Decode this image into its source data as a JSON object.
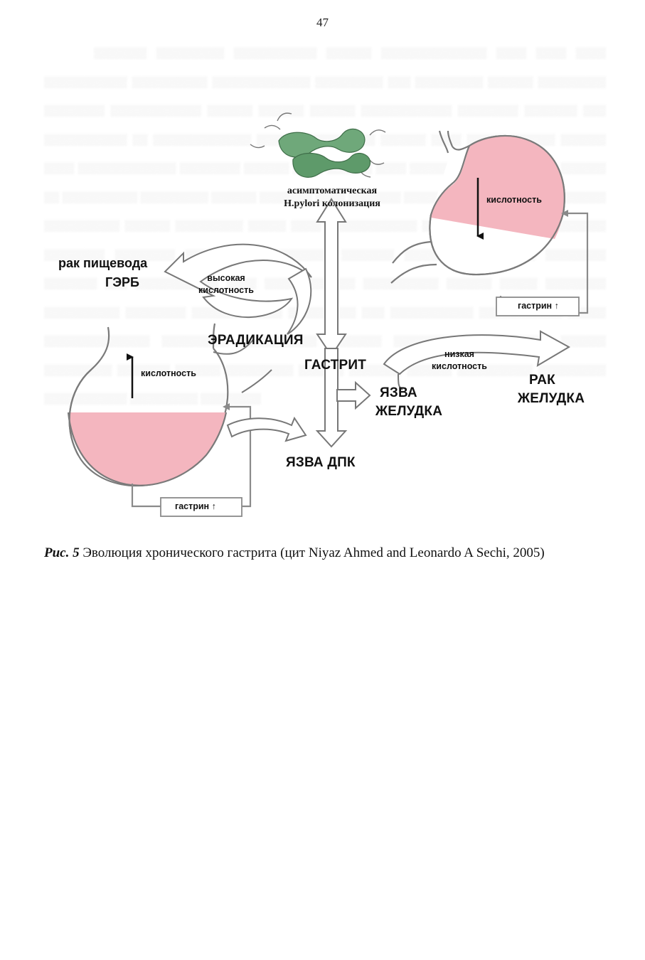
{
  "page": {
    "number": "47"
  },
  "figure": {
    "labels": {
      "colonization_line1": "асимптоматическая",
      "colonization_line2": "H.pylori колонизация",
      "esophageal_cancer": "рак пищевода",
      "gerd": "ГЭРБ",
      "high_acidity_line1": "высокая",
      "high_acidity_line2": "кислотность",
      "eradication": "ЭРАДИКАЦИЯ",
      "gastritis": "ГАСТРИТ",
      "low_acidity_line1": "низкая",
      "low_acidity_line2": "кислотность",
      "gastric_ulcer_line1": "ЯЗВА",
      "gastric_ulcer_line2": "ЖЕЛУДКА",
      "gastric_cancer_line1": "РАК",
      "gastric_cancer_line2": "ЖЕЛУДКА",
      "duodenal_ulcer": "ЯЗВА ДПК",
      "acidity_right": "кислотность",
      "acidity_left": "кислотность",
      "gastrin_right": "гастрин ↑",
      "gastrin_left": "гастрин ↑"
    },
    "colors": {
      "acid_fill": "#f4b6bf",
      "arrow_outline": "#8a8a8a",
      "bacteria": "#6fa87a"
    }
  },
  "caption": {
    "label": "Рис. 5",
    "text": " Эволюция хронического гастрита  (цит  Niyaz Ahmed and Leonardo A Sechi, 2005)"
  }
}
